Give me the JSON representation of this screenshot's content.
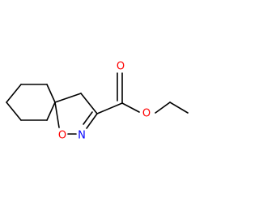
{
  "molecule": {
    "atoms": {
      "carbonyl_oxygen": "O",
      "ester_oxygen": "O",
      "ring_oxygen": "O",
      "ring_nitrogen": "N"
    },
    "colors": {
      "oxygen": "#ff0000",
      "nitrogen": "#0000ff",
      "bond": "#000000"
    }
  }
}
